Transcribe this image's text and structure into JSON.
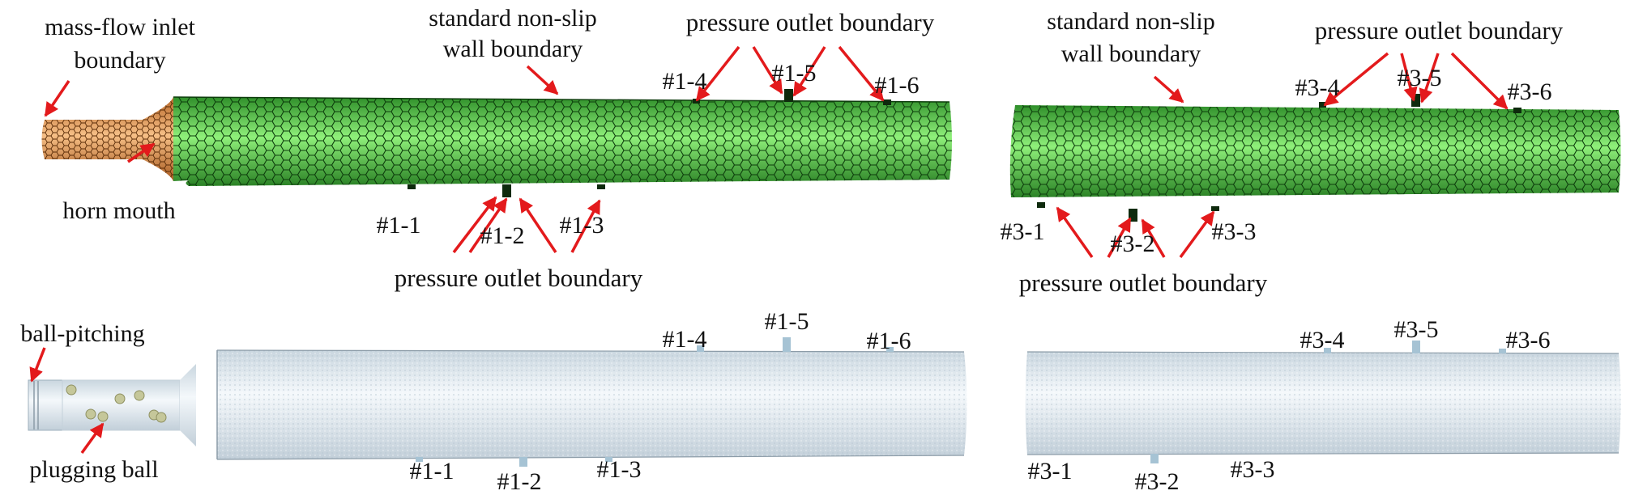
{
  "colors": {
    "mesh_green": "#46b63c",
    "mesh_green_light": "#7de56e",
    "mesh_edge": "#0d3d0c",
    "inlet_orange": "#d98a3c",
    "inlet_orange_light": "#f3b679",
    "pipe_gray": "#d9e4ec",
    "pipe_gray_light": "#f2f7fa",
    "arrow_red": "#e31a1c",
    "ball_color": "#c5c79a"
  },
  "top_left": {
    "inlet_label_line1": "mass-flow inlet",
    "inlet_label_line2": "boundary",
    "horn_label": "horn mouth",
    "wall_label_line1": "standard non-slip",
    "wall_label_line2": "wall boundary",
    "outlet_top_label": "pressure outlet boundary",
    "outlet_bottom_label": "pressure outlet boundary",
    "ports": [
      "#1-1",
      "#1-2",
      "#1-3",
      "#1-4",
      "#1-5",
      "#1-6"
    ]
  },
  "top_right": {
    "wall_label_line1": "standard non-slip",
    "wall_label_line2": "wall boundary",
    "outlet_top_label": "pressure outlet boundary",
    "outlet_bottom_label": "pressure outlet boundary",
    "ports": [
      "#3-1",
      "#3-2",
      "#3-3",
      "#3-4",
      "#3-5",
      "#3-6"
    ]
  },
  "bottom_left": {
    "ball_pitching_label": "ball-pitching",
    "plugging_ball_label": "plugging ball",
    "ports": [
      "#1-1",
      "#1-2",
      "#1-3",
      "#1-4",
      "#1-5",
      "#1-6"
    ]
  },
  "bottom_right": {
    "ports": [
      "#3-1",
      "#3-2",
      "#3-3",
      "#3-4",
      "#3-5",
      "#3-6"
    ]
  }
}
